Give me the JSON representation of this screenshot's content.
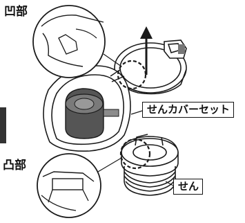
{
  "labels": {
    "concave": "凹部",
    "convex": "凸部",
    "cover_set": "せんカバーセット",
    "plug": "せん"
  },
  "colors": {
    "line": "#1a1a1a",
    "dark_fill": "#555555",
    "mid_fill": "#8c8c8c",
    "side_tab": "#333333"
  }
}
